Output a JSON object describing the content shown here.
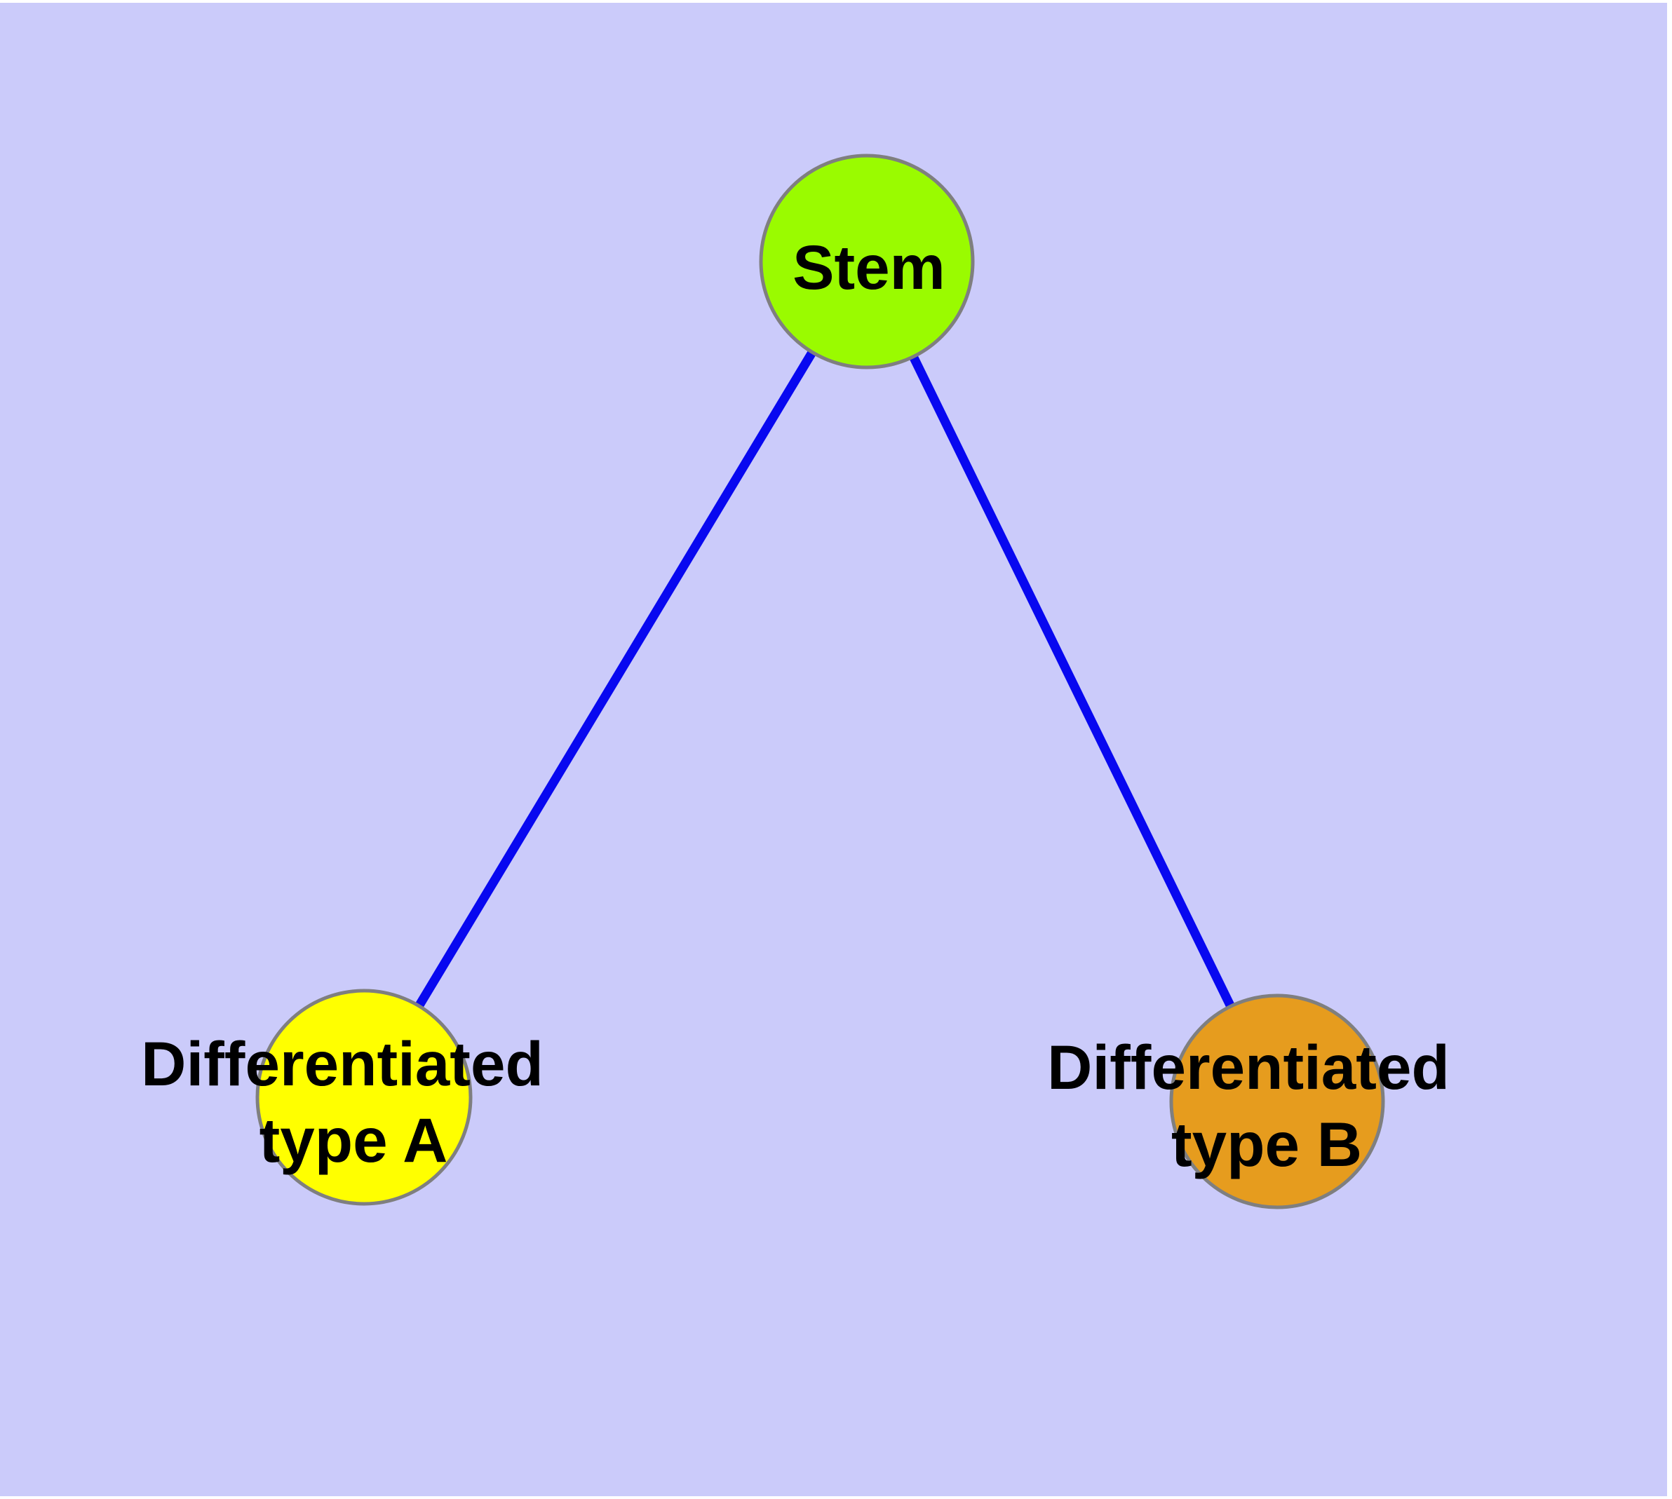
{
  "diagram": {
    "type": "graph",
    "description": "Stem cell differentiation diagram: one stem node connected to two differentiated cell-type nodes",
    "colors": {
      "background": "#CBCBFA",
      "page_margin": "#FFFFFF",
      "edge": "#0808F0",
      "node_border": "#7F7F7F",
      "label": "#000000",
      "stem_fill": "#9AFB00",
      "type_a_fill": "#FFFF00",
      "type_b_fill": "#E69C1E"
    },
    "nodes": [
      {
        "id": "stem",
        "label": "Stem",
        "fill": "#9AFB00"
      },
      {
        "id": "differentiated-type-a",
        "label": "Differentiated type A",
        "lines": [
          "Differentiated",
          "type A"
        ],
        "fill": "#FFFF00"
      },
      {
        "id": "differentiated-type-b",
        "label": "Differentiated type B",
        "lines": [
          "Differentiated",
          "type B"
        ],
        "fill": "#E69C1E"
      }
    ],
    "edges": [
      {
        "from": "Stem",
        "to": "Differentiated type A"
      },
      {
        "from": "Stem",
        "to": "Differentiated type B"
      }
    ]
  }
}
